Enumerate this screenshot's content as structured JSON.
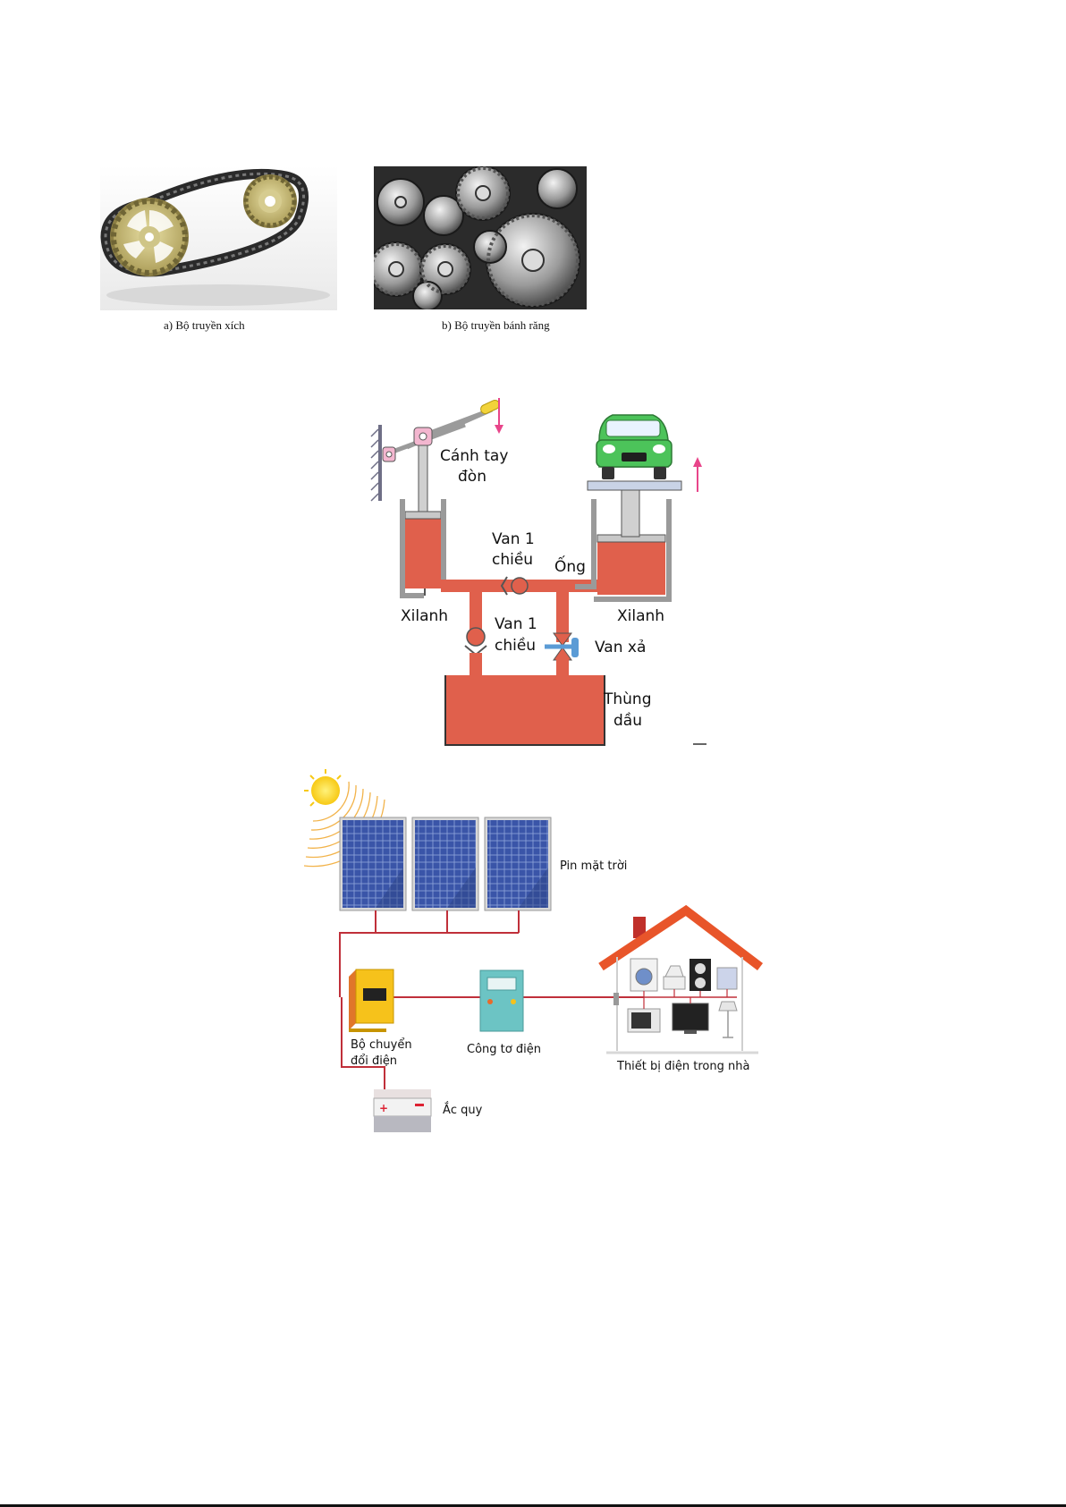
{
  "figures": {
    "chain_drive": {
      "caption": "a) Bộ truyền xích"
    },
    "gear_drive": {
      "caption": "b) Bộ truyền bánh răng"
    }
  },
  "hydraulic": {
    "lever_label_1": "Cánh tay",
    "lever_label_2": "đòn",
    "valve_top_1": "Van 1",
    "valve_top_2": "chiều",
    "pipe": "Ống",
    "cylinder_left": "Xilanh",
    "cylinder_right": "Xilanh",
    "valve_bottom_1": "Van 1",
    "valve_bottom_2": "chiều",
    "drain_valve": "Van xả",
    "tank_1": "Thùng",
    "tank_2": "dầu",
    "colors": {
      "oil": "#e0604c",
      "metal": "#b8b8b8",
      "car": "#4cc35a",
      "arrow": "#e8458a"
    }
  },
  "solar": {
    "panels": "Pin mặt trời",
    "inverter_1": "Bộ chuyển",
    "inverter_2": "đổi điện",
    "meter": "Công tơ điện",
    "home_devices": "Thiết bị điện trong nhà",
    "battery": "Ắc quy",
    "colors": {
      "wire": "#c0303a",
      "panel": "#3a55a8",
      "roof": "#e8552a",
      "sun": "#f7c915",
      "meter": "#6cc4c4",
      "inverter": "#f6c21b"
    }
  }
}
